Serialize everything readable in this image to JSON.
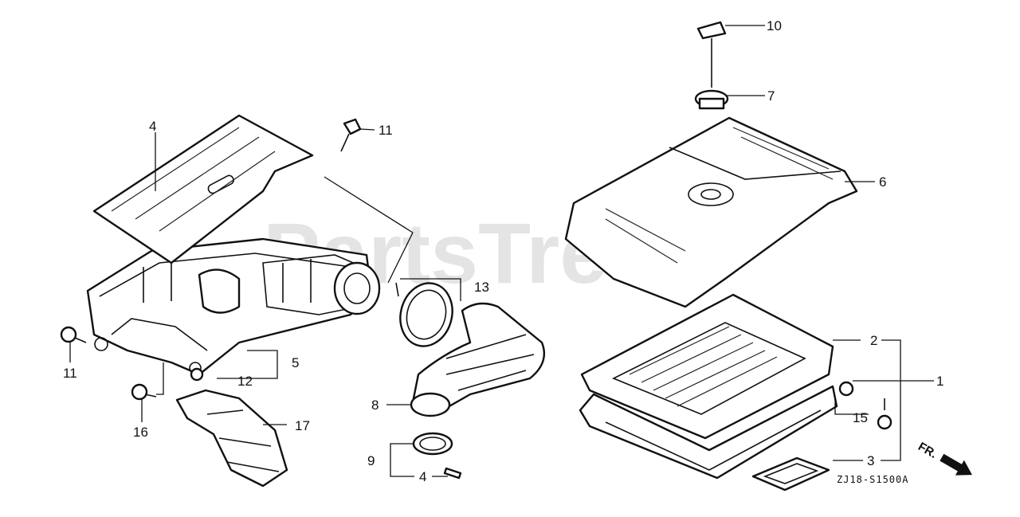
{
  "watermark": "PartsTree",
  "diagram_code": "ZJ18-S1500A",
  "front_indicator": "FR.",
  "callouts": [
    {
      "id": "c1",
      "label": "1"
    },
    {
      "id": "c2",
      "label": "2"
    },
    {
      "id": "c3",
      "label": "3"
    },
    {
      "id": "c4a",
      "label": "4"
    },
    {
      "id": "c4b",
      "label": "4"
    },
    {
      "id": "c5",
      "label": "5"
    },
    {
      "id": "c6",
      "label": "6"
    },
    {
      "id": "c7",
      "label": "7"
    },
    {
      "id": "c8",
      "label": "8"
    },
    {
      "id": "c9",
      "label": "9"
    },
    {
      "id": "c10",
      "label": "10"
    },
    {
      "id": "c11a",
      "label": "11"
    },
    {
      "id": "c11b",
      "label": "11"
    },
    {
      "id": "c12",
      "label": "12"
    },
    {
      "id": "c13",
      "label": "13"
    },
    {
      "id": "c15",
      "label": "15"
    },
    {
      "id": "c16",
      "label": "16"
    },
    {
      "id": "c17",
      "label": "17"
    }
  ]
}
